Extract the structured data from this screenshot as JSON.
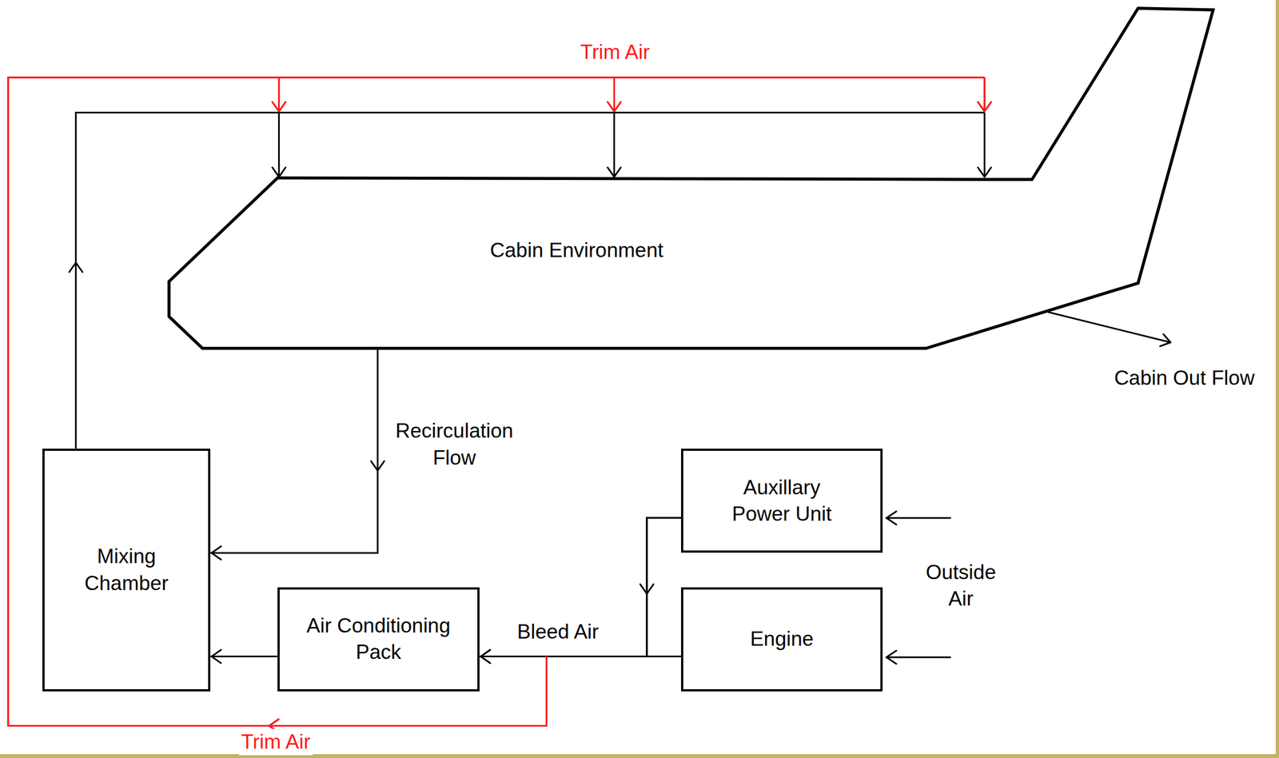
{
  "diagram": {
    "nodes": [
      {
        "text": [
          "Cabin Environment"
        ]
      },
      {
        "text": [
          "Mixing Chamber"
        ]
      },
      {
        "text": [
          "Air Conditioning Pack"
        ]
      },
      {
        "text": [
          "Auxillary Power Unit"
        ]
      },
      {
        "text": [
          "Engine"
        ]
      }
    ],
    "edges": [
      {
        "from": 1,
        "to": 0,
        "arrow": "to"
      },
      {
        "from": 0,
        "to": 1,
        "label": "Recirculation Flow",
        "arrow": "to"
      },
      {
        "from": 2,
        "to": 1,
        "arrow": "to"
      },
      {
        "from": 4,
        "to": 2,
        "label": "Bleed Air",
        "arrow": "to"
      },
      {
        "from": 3,
        "to": 2,
        "arrow": "to"
      },
      {
        "from": 4,
        "to": 0,
        "arrow": "to"
      },
      {
        "from": 3,
        "to": 0,
        "arrow": "to"
      }
    ],
    "labels": [
      "Trim Air",
      "Trim Air",
      "Outside Air",
      "Cabin Out Flow"
    ]
  }
}
